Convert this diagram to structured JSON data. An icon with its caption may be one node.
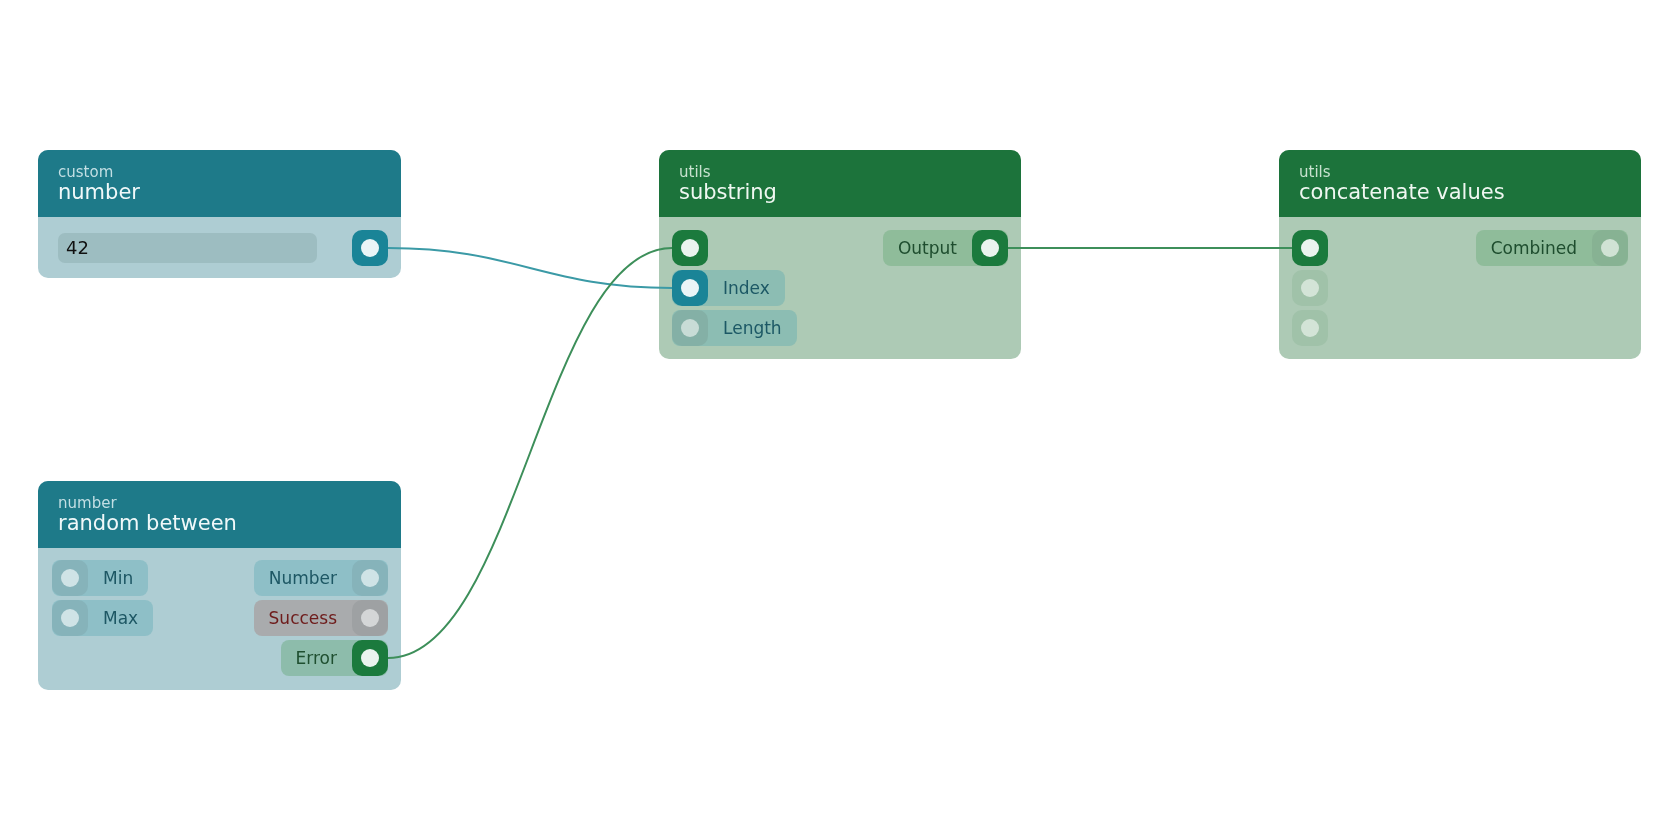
{
  "diagram": {
    "nodes": [
      {
        "text": [
          "custom",
          "number"
        ]
      },
      {
        "text": [
          "42"
        ],
        "in": 0
      },
      {
        "text": [],
        "shape": "box",
        "in": 0
      },
      {
        "text": [
          "utils",
          "substring"
        ]
      },
      {
        "text": [],
        "shape": "box",
        "in": 3
      },
      {
        "text": [
          "Output"
        ],
        "in": 3
      },
      {
        "text": [
          "Index"
        ],
        "in": 3
      },
      {
        "text": [
          "Length"
        ],
        "in": 3
      },
      {
        "text": [
          "utils",
          "concatenate values"
        ]
      },
      {
        "text": [],
        "shape": "box",
        "in": 8
      },
      {
        "text": [
          "Combined"
        ],
        "in": 8
      },
      {
        "text": [],
        "shape": "box",
        "in": 8
      },
      {
        "text": [],
        "shape": "box",
        "in": 8
      },
      {
        "text": [
          "number",
          "random between"
        ]
      },
      {
        "text": [
          "Min"
        ],
        "in": 13
      },
      {
        "text": [
          "Number"
        ],
        "in": 13
      },
      {
        "text": [
          "Max"
        ],
        "in": 13
      },
      {
        "text": [
          "Success"
        ],
        "in": 13
      },
      {
        "text": [
          "Error"
        ],
        "in": 13
      }
    ],
    "edges": [
      {
        "from": 2,
        "to": 6,
        "arrow": "none",
        "color": "#3b9aa6"
      },
      {
        "from": 18,
        "to": 4,
        "arrow": "none"
      },
      {
        "from": 5,
        "to": 9,
        "arrow": "none"
      }
    ]
  }
}
